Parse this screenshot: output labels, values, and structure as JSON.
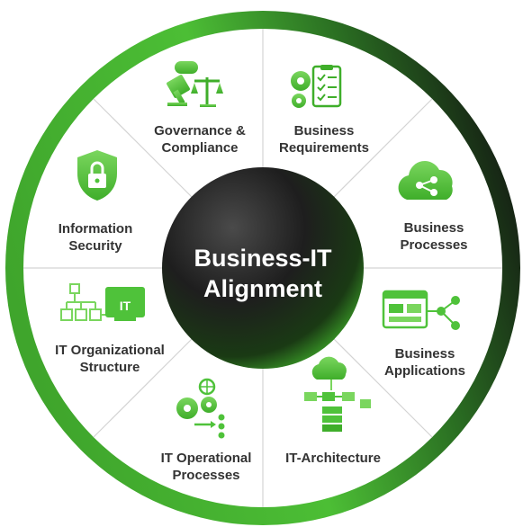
{
  "center": {
    "line1": "Business-IT",
    "line2": "Alignment"
  },
  "segments": [
    {
      "id": "governance",
      "line1": "Governance &",
      "line2": "Compliance",
      "icon": "gavel-scales-icon"
    },
    {
      "id": "requirements",
      "line1": "Business",
      "line2": "Requirements",
      "icon": "gears-checklist-icon"
    },
    {
      "id": "processes",
      "line1": "Business",
      "line2": "Processes",
      "icon": "cloud-network-icon"
    },
    {
      "id": "applications",
      "line1": "Business",
      "line2": "Applications",
      "icon": "app-window-network-icon"
    },
    {
      "id": "architecture",
      "line1": "IT-Architecture",
      "line2": "",
      "icon": "cloud-server-architecture-icon"
    },
    {
      "id": "operational",
      "line1": "IT Operational",
      "line2": "Processes",
      "icon": "gears-flow-icon"
    },
    {
      "id": "organizational",
      "line1": "IT Organizational",
      "line2": "Structure",
      "icon": "org-chart-it-icon"
    },
    {
      "id": "security",
      "line1": "Information",
      "line2": "Security",
      "icon": "shield-lock-icon"
    }
  ],
  "colors": {
    "accent": "#4fc23a",
    "accent_dark": "#2e8c1c",
    "ring_dark": "#1a1a1a",
    "text": "#333333",
    "divider": "#cfcfcf"
  }
}
